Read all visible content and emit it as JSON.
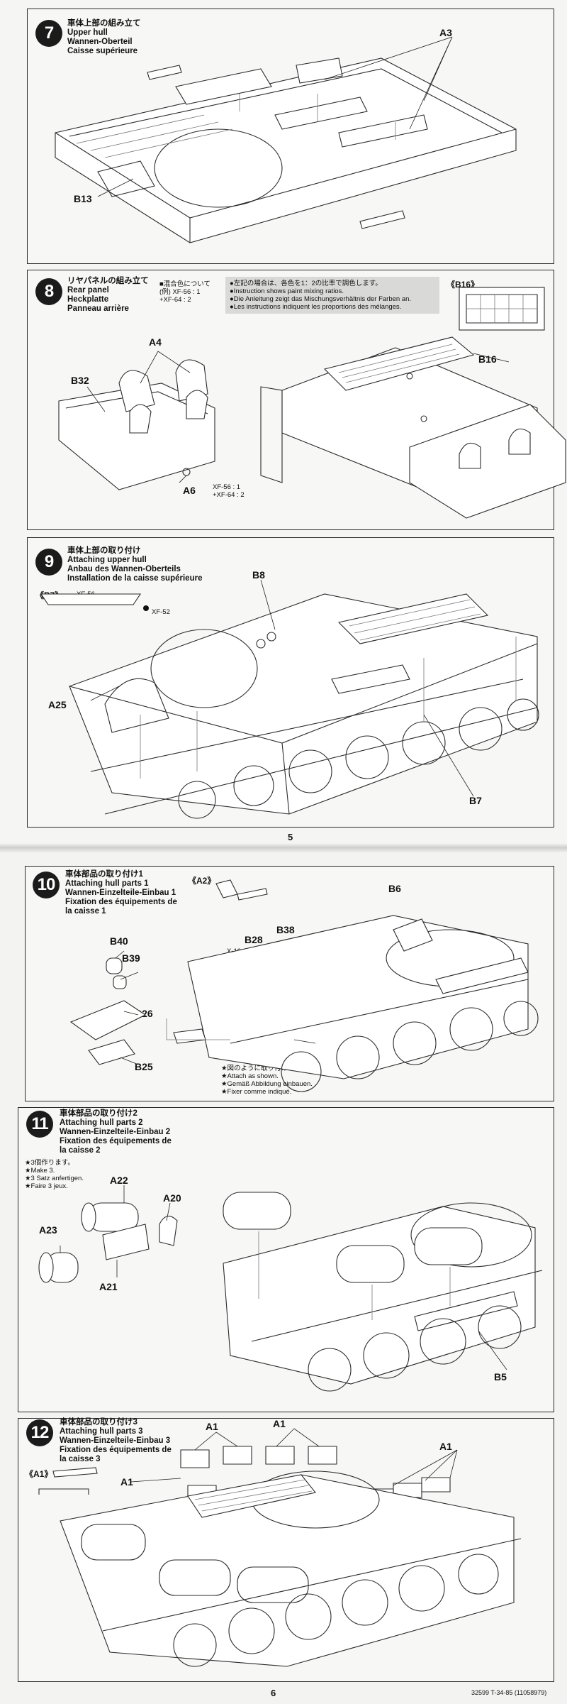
{
  "pages": {
    "top_number": "5",
    "bottom_number": "6",
    "footer": "32599 T-34-85 (11058979)"
  },
  "steps": [
    {
      "num": "7",
      "titles": [
        "車体上部の組み立て",
        "Upper hull",
        "Wannen-Oberteil",
        "Caisse supérieure"
      ],
      "labels": [
        "A3",
        "B13"
      ]
    },
    {
      "num": "8",
      "titles": [
        "リヤパネルの組み立て",
        "Rear panel",
        "Heckplatte",
        "Panneau arrière"
      ],
      "color_note": [
        "■混合色について",
        "(例)  XF-56 : 1",
        "      +XF-64 : 2"
      ],
      "mix_note": [
        "●左記の場合は、各色を1：2の比率で調色します。",
        "●Instruction shows paint mixing ratios.",
        "●Die Anleitung zeigt das Mischungsverhältnis der Farben an.",
        "●Les instructions indiquent les proportions des mélanges."
      ],
      "inset_label": "《B16》",
      "labels": [
        "A4",
        "B32",
        "A6",
        "B16"
      ],
      "paint": [
        "XF-56 : 1",
        "+XF-64 : 2"
      ]
    },
    {
      "num": "9",
      "titles": [
        "車体上部の取り付け",
        "Attaching upper hull",
        "Anbau des Wannen-Oberteils",
        "Installation de la caisse supérieure"
      ],
      "inset_label": "《B7》",
      "labels": [
        "B8",
        "A25",
        "B7"
      ],
      "paint": [
        "XF-56",
        "XF-52"
      ]
    },
    {
      "num": "10",
      "titles": [
        "車体部品の取り付け1",
        "Attaching hull parts 1",
        "Wannen-Einzelteile-Einbau 1",
        "Fixation des équipements de",
        "la caisse 1"
      ],
      "inset_label": "《A2》",
      "labels": [
        "B40",
        "B39",
        "B26",
        "B25",
        "B28",
        "B38",
        "B6",
        "A2"
      ],
      "paint": [
        "X-10"
      ],
      "attach_note": [
        "★図のように取り付けます。",
        "★Attach as shown.",
        "★Gemäß Abbildung einbauen.",
        "★Fixer comme indiqué."
      ]
    },
    {
      "num": "11",
      "titles": [
        "車体部品の取り付け2",
        "Attaching hull parts 2",
        "Wannen-Einzelteile-Einbau 2",
        "Fixation des équipements de",
        "la caisse 2"
      ],
      "make_note": [
        "★3個作ります。",
        "★Make 3.",
        "★3 Satz anfertigen.",
        "★Faire 3 jeux."
      ],
      "labels": [
        "A22",
        "A20",
        "A23",
        "A21",
        "B5"
      ]
    },
    {
      "num": "12",
      "titles": [
        "車体部品の取り付け3",
        "Attaching hull parts 3",
        "Wannen-Einzelteile-Einbau 3",
        "Fixation des équipements de",
        "la caisse 3"
      ],
      "inset_label": "《A1》",
      "labels": [
        "A1",
        "A1",
        "A1",
        "A1"
      ]
    }
  ]
}
